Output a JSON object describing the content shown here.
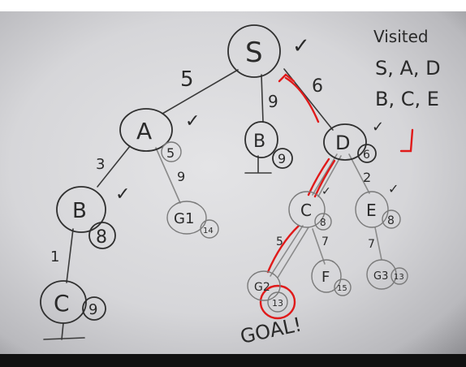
{
  "nodes": {
    "S": "S",
    "A": "A",
    "B_mid": "B",
    "D": "D",
    "B_left": "B",
    "G1": "G1",
    "C_left": "C",
    "C_right": "C",
    "E": "E",
    "G2": "G2",
    "F": "F",
    "G3": "G3"
  },
  "costs": {
    "A": "5",
    "B_mid": "9",
    "D": "6",
    "B_left": "8",
    "G1": "14",
    "C_left": "9",
    "C_right": "8",
    "E": "8",
    "G2": "13",
    "F": "15",
    "G3": "13"
  },
  "edges": {
    "S_A": "5",
    "S_B": "9",
    "S_D": "6",
    "A_B": "3",
    "A_G1": "9",
    "D_E": "2",
    "B_C": "1",
    "C_G2": "5",
    "C_F": "7",
    "E_G3": "7"
  },
  "checkmarks": "✓",
  "visited": {
    "title": "Visited",
    "line1": "S, A, D",
    "line2": "B, C, E"
  },
  "goal_label": "GOAL!"
}
